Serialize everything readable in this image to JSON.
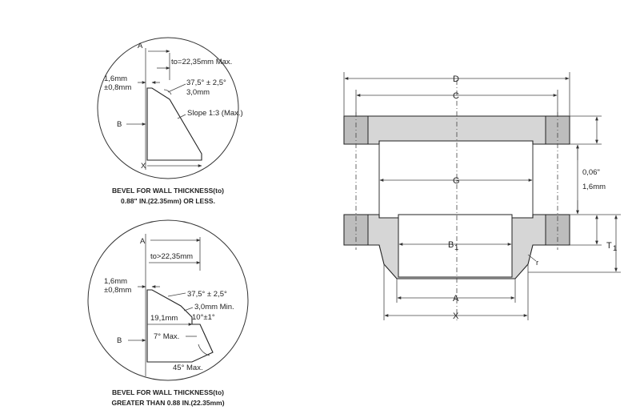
{
  "bevel_small": {
    "dim_a": "A",
    "dim_to": "to=22,35mm Max.",
    "dim_land_1": "1,6mm",
    "dim_land_2": "±0,8mm",
    "dim_angle_1": "37,5° ± 2,5°",
    "dim_angle_2": "3,0mm",
    "dim_slope": "Slope 1:3 (Max.)",
    "dim_b": "B",
    "dim_x": "X",
    "caption_1": "BEVEL FOR WALL THICKNESS(to)",
    "caption_2": "0.88\" IN.(22.35mm) OR LESS."
  },
  "bevel_large": {
    "dim_a": "A",
    "dim_to": "to>22,35mm",
    "dim_land_1": "1,6mm",
    "dim_land_2": "±0,8mm",
    "dim_angle_1": "37,5° ± 2,5°",
    "dim_angle_2": "3,0mm  Min.",
    "dim_angle_3": "10°±1°",
    "dim_offset": "19,1mm",
    "dim_max7": "7° Max.",
    "dim_b": "B",
    "dim_45": "45° Max.",
    "caption_1": "BEVEL FOR WALL THICKNESS(to)",
    "caption_2": "GREATER THAN 0.88 IN.(22.35mm)"
  },
  "flange": {
    "dim_d": "D",
    "dim_c": "C",
    "dim_g": "G",
    "dim_gap_1": "0,06\"",
    "dim_gap_2": "1,6mm",
    "dim_b1": "B",
    "dim_b1_sub": "1",
    "dim_r": "r",
    "dim_t1": "T",
    "dim_t1_sub": "1",
    "dim_a": "A",
    "dim_x": "X"
  }
}
